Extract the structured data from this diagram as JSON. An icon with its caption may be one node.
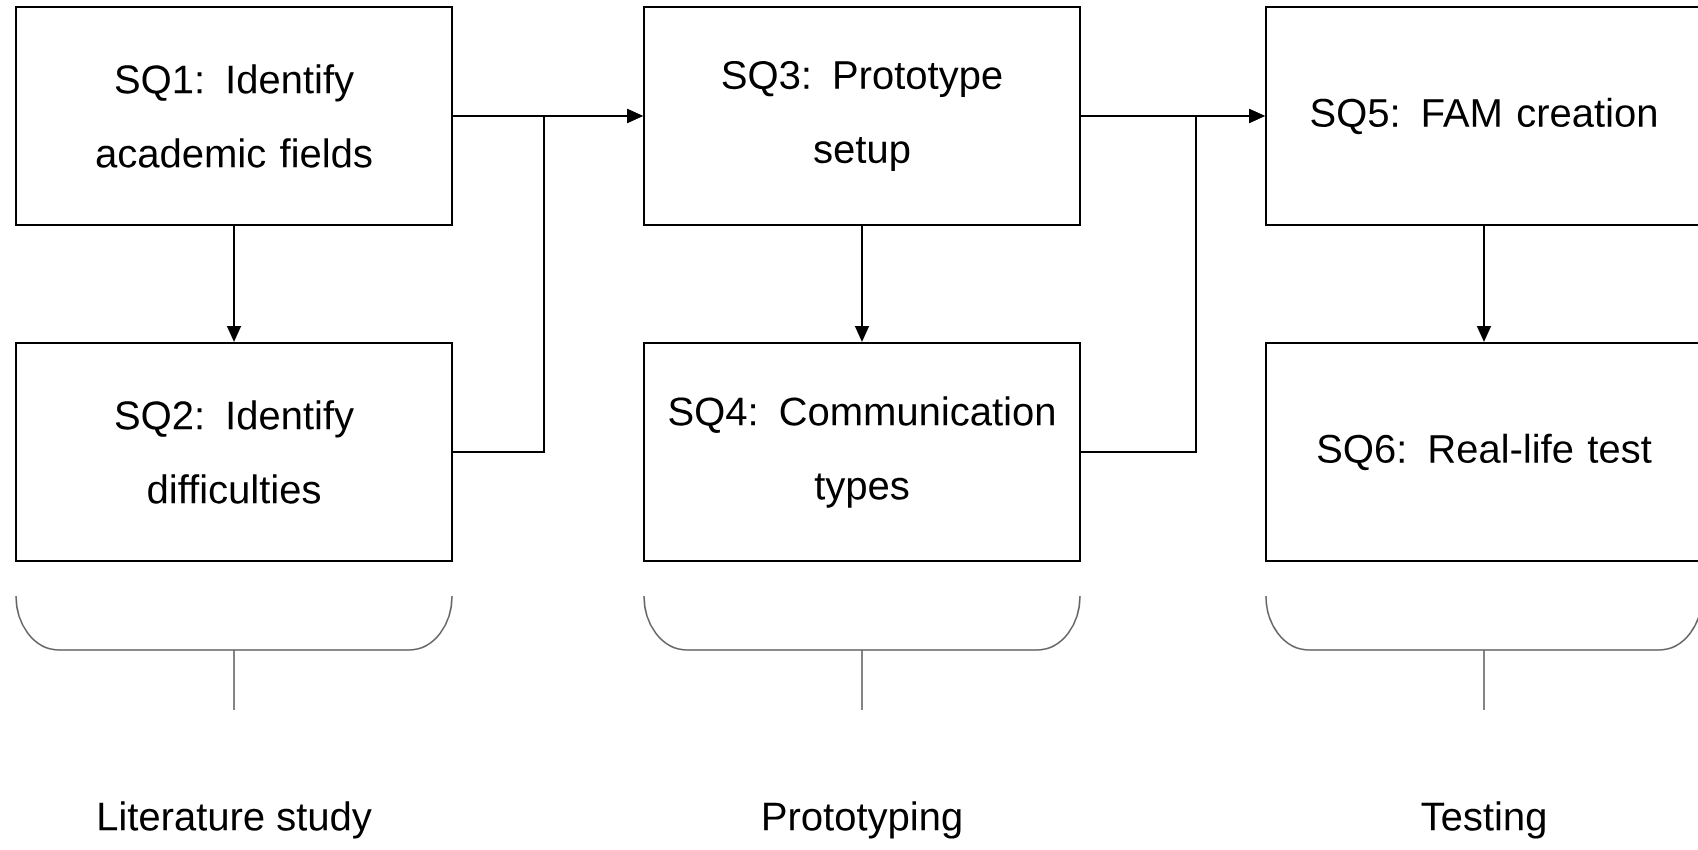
{
  "diagram": {
    "nodes": [
      {
        "text": [
          "SQ1: Identify academic fields"
        ]
      },
      {
        "text": [
          "SQ2: Identify difficulties"
        ]
      },
      {
        "text": [
          "SQ3: Prototype setup"
        ]
      },
      {
        "text": [
          "SQ4: Communication types"
        ]
      },
      {
        "text": [
          "SQ5: FAM creation"
        ]
      },
      {
        "text": [
          "SQ6: Real-life test"
        ]
      }
    ],
    "edges": [
      {
        "from": 0,
        "to": 1,
        "arrow": "to"
      },
      {
        "from": 0,
        "to": 2,
        "arrow": "to"
      },
      {
        "from": 1,
        "to": 2,
        "arrow": "to"
      },
      {
        "from": 2,
        "to": 3,
        "arrow": "to"
      },
      {
        "from": 2,
        "to": 4,
        "arrow": "to"
      },
      {
        "from": 3,
        "to": 4,
        "arrow": "to"
      },
      {
        "from": 4,
        "to": 5,
        "arrow": "to"
      }
    ],
    "labels": [
      "Literature study",
      "Prototyping",
      "Testing"
    ]
  }
}
